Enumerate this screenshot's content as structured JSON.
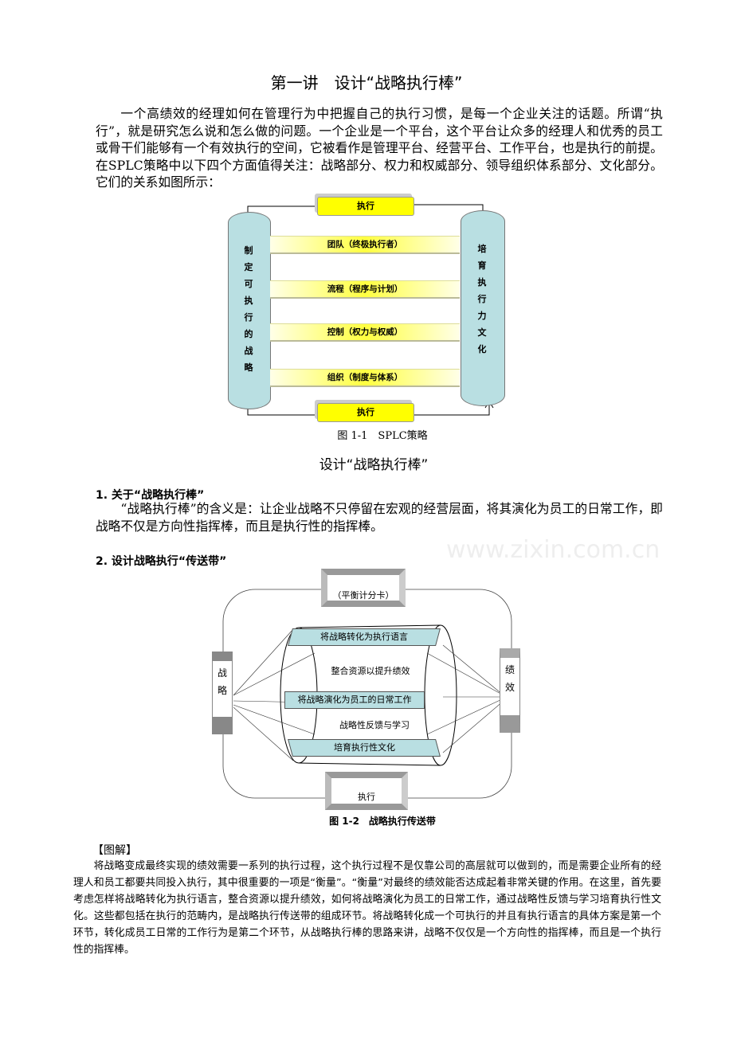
{
  "title": "第一讲　设计“战略执行棒”",
  "intro": "一个高绩效的经理如何在管理行为中把握自己的执行习惯，是每一个企业关注的话题。所谓“执行”，就是研究怎么说和怎么做的问题。一个企业是一个平台，这个平台让众多的经理人和优秀的员工或骨干们能够有一个有效执行的空间，它被看作是管理平台、经营平台、工作平台，也是执行的前提。在SPLC策略中以下四个方面值得关注：战略部分、权力和权威部分、领导组织体系部分、文化部分。它们的关系如图所示：",
  "fig1": {
    "top_box": "执行",
    "bottom_box": "执行",
    "left_pillar": "制定可执行的战略",
    "right_pillar": "培育执行力文化",
    "bands": [
      "团队（终极执行者）",
      "流程（程序与计划）",
      "控制（权力与权威）",
      "组织（制度与体系）"
    ],
    "caption": "图 1-1　SPLC策略"
  },
  "section_title": "设计“战略执行棒”",
  "s1": {
    "heading": "1. 关于“战略执行棒”",
    "text": "“战略执行棒”的含义是：让企业战略不只停留在宏观的经营层面，将其演化为员工的日常工作，即战略不仅是方向性指挥棒，而且是执行性的指挥棒。"
  },
  "s2": {
    "heading": "2. 设计战略执行“传送带”"
  },
  "fig2": {
    "top_box": "（平衡计分卡）",
    "bottom_box": "执行",
    "left": "战略",
    "right": "绩效",
    "band1": "将战略转化为执行语言",
    "text1": "整合资源以提升绩效",
    "band2": "将战略演化为员工的日常工作",
    "text2": "战略性反馈与学习",
    "band3": "培育执行性文化",
    "caption": "图 1-2　战略执行传送带"
  },
  "watermark": "www.zixin.com.cn",
  "explain": {
    "heading": "【图解】",
    "text": "将战略变成最终实现的绩效需要一系列的执行过程，这个执行过程不是仅靠公司的高层就可以做到的，而是需要企业所有的经理人和员工都要共同投入执行，其中很重要的一项是“衡量”。“衡量”对最终的绩效能否达成起着非常关键的作用。在这里，首先要考虑怎样将战略转化为执行语言，整合资源以提升绩效，如何将战略演化为员工的日常工作，通过战略性反馈与学习培育执行性文化。这些都包括在执行的范畴内，是战略执行传送带的组成环节。将战略转化成一个可执行的并且有执行语言的具体方案是第一个环节，转化成员工日常的工作行为是第二个环节，从战略执行棒的思路来讲，战略不仅仅是一个方向性的指挥棒，而且是一个执行性的指挥棒。"
  }
}
